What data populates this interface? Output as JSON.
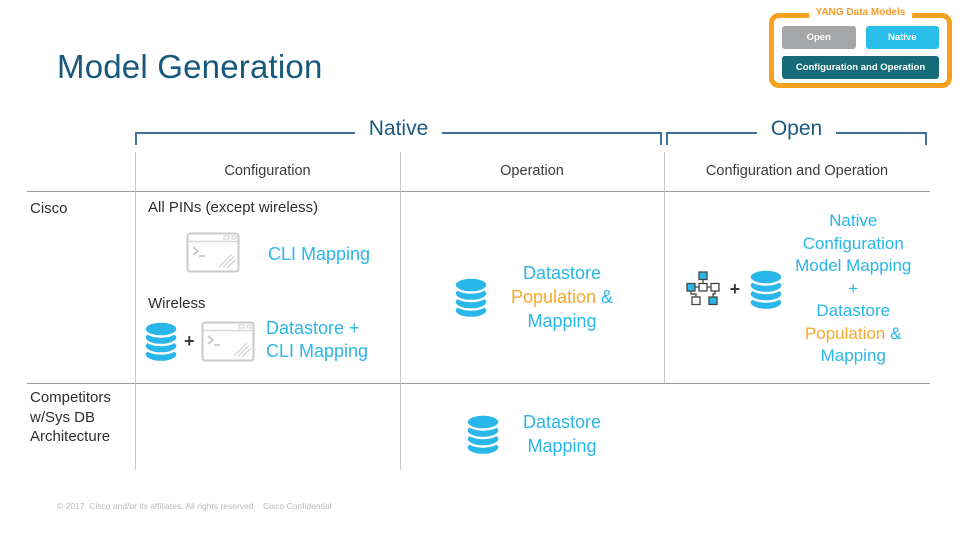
{
  "title": "Model Generation",
  "footer": "© 2017  Cisco and/or its affiliates. All rights reserved.   Cisco Confidential",
  "legend": {
    "title": "YANG Data Models",
    "open": "Open",
    "native": "Native",
    "config_op": "Configuration and Operation"
  },
  "groups": {
    "native": "Native",
    "open": "Open"
  },
  "columns": [
    "Configuration",
    "Operation",
    "Configuration and Operation"
  ],
  "rows": {
    "cisco": "Cisco",
    "competitors": "Competitors w/Sys DB Architecture"
  },
  "cisco_config": {
    "all_pins": "All PINs (except wireless)",
    "cli_mapping": "CLI Mapping",
    "wireless": "Wireless",
    "plus": "+",
    "line1": "Datastore +",
    "line2": "CLI Mapping"
  },
  "cisco_operation": {
    "line1": "Datastore",
    "population": "Population",
    "amp": "&",
    "line3": "Mapping"
  },
  "cisco_config_op": {
    "plus": "+",
    "line1": "Native",
    "line2": "Configuration",
    "line3": "Model Mapping",
    "line4": "+",
    "line5": "Datastore",
    "population": "Population",
    "amp": "&",
    "line7": "Mapping"
  },
  "competitors_operation": {
    "line1": "Datastore",
    "line2": "Mapping"
  },
  "colors": {
    "accent_cyan": "#29B6E8",
    "accent_orange": "#F7A82B",
    "legend_border_orange": "#F5A01E",
    "teal": "#156B77",
    "gray": "#A4A6A8",
    "title_blue": "#17587E"
  }
}
